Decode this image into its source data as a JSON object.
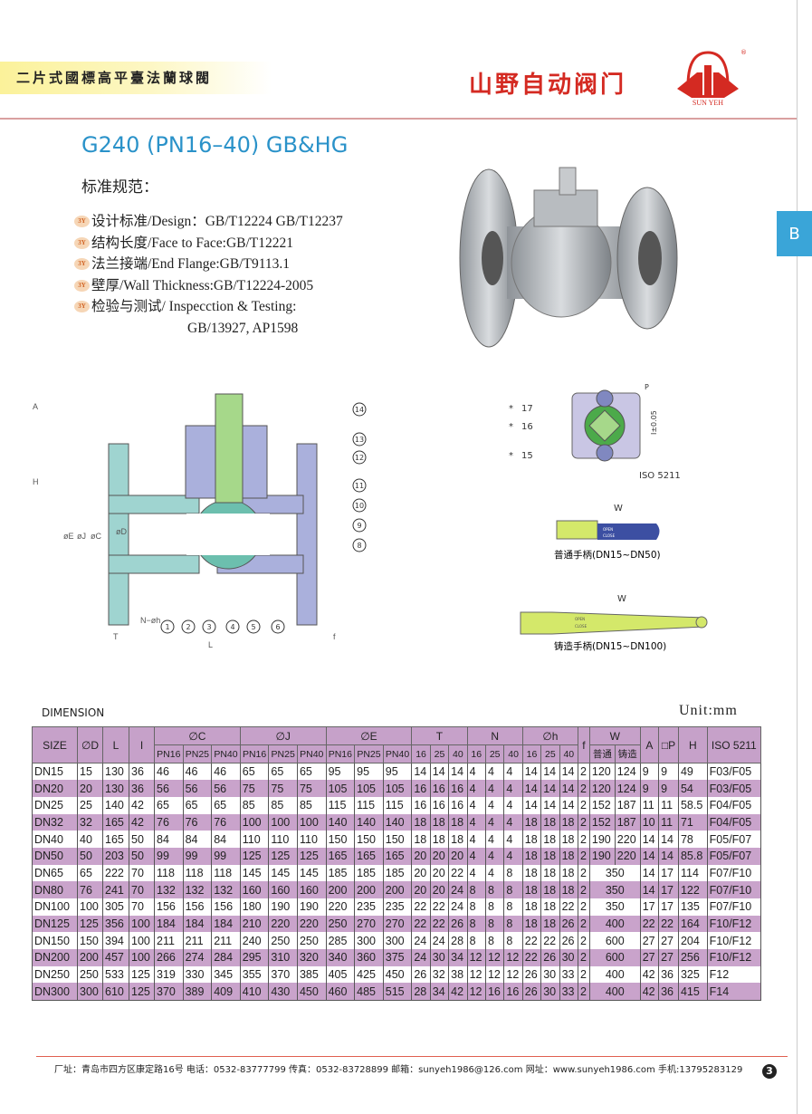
{
  "header": {
    "series_title": "二片式國標高平臺法蘭球閥",
    "brand_cn": "山野自动阀门",
    "brand_en": "SUN YEH",
    "registered": "®",
    "tab": "B"
  },
  "product": {
    "model": "G240 (PN16–40) GB&HG",
    "standards_heading": "标准规范：",
    "bullet": "3Y",
    "specs": [
      "设计标准/Design：GB/T12224  GB/T12237",
      "结构长度/Face  to  Face:GB/T12221",
      "法兰接端/End  Flange:GB/T9113.1",
      "壁厚/Wall  Thickness:GB/T12224-2005",
      "检验与测试/ Inspecction  &  Testing:"
    ],
    "specs_cont": "GB/13927, AP1598"
  },
  "drawing": {
    "dims": {
      "A": "A",
      "H": "H",
      "E": "øE",
      "J": "øJ",
      "C": "øC",
      "D": "øD",
      "T": "T",
      "L": "L",
      "f": "f",
      "Nh": "N−øh",
      "W": "W",
      "P": "P",
      "tol": "I±0.05",
      "iso": "ISO 5211"
    },
    "parts": [
      "1",
      "2",
      "3",
      "4",
      "5",
      "6",
      "8",
      "9",
      "10",
      "11",
      "12",
      "13",
      "14",
      "15",
      "16",
      "17"
    ],
    "asterisk": "*",
    "handle_open": "OPEN",
    "handle_close": "CLOSE",
    "handle1_caption": "普通手柄(DN15~DN50)",
    "handle2_caption": "铸造手柄(DN15~DN100)"
  },
  "dimension": {
    "title": "DIMENSION",
    "unit": "Unit:mm",
    "headers": {
      "size": "SIZE",
      "d": "∅D",
      "l": "L",
      "i": "I",
      "c": "∅C",
      "j": "∅J",
      "e": "∅E",
      "t": "T",
      "n": "N",
      "h": "∅h",
      "f": "f",
      "w": "W",
      "a": "A",
      "p": "□P",
      "hh": "H",
      "iso": "ISO 5211"
    },
    "sub_pn": [
      "PN16",
      "PN25",
      "PN40"
    ],
    "sub_num": [
      "16",
      "25",
      "40"
    ],
    "sub_w": [
      "普通",
      "铸造"
    ],
    "rows": [
      [
        "DN15",
        "15",
        "130",
        "36",
        "46",
        "46",
        "46",
        "65",
        "65",
        "65",
        "95",
        "95",
        "95",
        "14",
        "14",
        "14",
        "4",
        "4",
        "4",
        "14",
        "14",
        "14",
        "2",
        [
          "120",
          "124"
        ],
        "9",
        "9",
        "49",
        "F03/F05"
      ],
      [
        "DN20",
        "20",
        "130",
        "36",
        "56",
        "56",
        "56",
        "75",
        "75",
        "75",
        "105",
        "105",
        "105",
        "16",
        "16",
        "16",
        "4",
        "4",
        "4",
        "14",
        "14",
        "14",
        "2",
        [
          "120",
          "124"
        ],
        "9",
        "9",
        "54",
        "F03/F05"
      ],
      [
        "DN25",
        "25",
        "140",
        "42",
        "65",
        "65",
        "65",
        "85",
        "85",
        "85",
        "115",
        "115",
        "115",
        "16",
        "16",
        "16",
        "4",
        "4",
        "4",
        "14",
        "14",
        "14",
        "2",
        [
          "152",
          "187"
        ],
        "11",
        "11",
        "58.5",
        "F04/F05"
      ],
      [
        "DN32",
        "32",
        "165",
        "42",
        "76",
        "76",
        "76",
        "100",
        "100",
        "100",
        "140",
        "140",
        "140",
        "18",
        "18",
        "18",
        "4",
        "4",
        "4",
        "18",
        "18",
        "18",
        "2",
        [
          "152",
          "187"
        ],
        "10",
        "11",
        "71",
        "F04/F05"
      ],
      [
        "DN40",
        "40",
        "165",
        "50",
        "84",
        "84",
        "84",
        "110",
        "110",
        "110",
        "150",
        "150",
        "150",
        "18",
        "18",
        "18",
        "4",
        "4",
        "4",
        "18",
        "18",
        "18",
        "2",
        [
          "190",
          "220"
        ],
        "14",
        "14",
        "78",
        "F05/F07"
      ],
      [
        "DN50",
        "50",
        "203",
        "50",
        "99",
        "99",
        "99",
        "125",
        "125",
        "125",
        "165",
        "165",
        "165",
        "20",
        "20",
        "20",
        "4",
        "4",
        "4",
        "18",
        "18",
        "18",
        "2",
        [
          "190",
          "220"
        ],
        "14",
        "14",
        "85.8",
        "F05/F07"
      ],
      [
        "DN65",
        "65",
        "222",
        "70",
        "118",
        "118",
        "118",
        "145",
        "145",
        "145",
        "185",
        "185",
        "185",
        "20",
        "20",
        "22",
        "4",
        "4",
        "8",
        "18",
        "18",
        "18",
        "2",
        "350",
        "14",
        "17",
        "114",
        "F07/F10"
      ],
      [
        "DN80",
        "76",
        "241",
        "70",
        "132",
        "132",
        "132",
        "160",
        "160",
        "160",
        "200",
        "200",
        "200",
        "20",
        "20",
        "24",
        "8",
        "8",
        "8",
        "18",
        "18",
        "18",
        "2",
        "350",
        "14",
        "17",
        "122",
        "F07/F10"
      ],
      [
        "DN100",
        "100",
        "305",
        "70",
        "156",
        "156",
        "156",
        "180",
        "190",
        "190",
        "220",
        "235",
        "235",
        "22",
        "22",
        "24",
        "8",
        "8",
        "8",
        "18",
        "18",
        "22",
        "2",
        "350",
        "17",
        "17",
        "135",
        "F07/F10"
      ],
      [
        "DN125",
        "125",
        "356",
        "100",
        "184",
        "184",
        "184",
        "210",
        "220",
        "220",
        "250",
        "270",
        "270",
        "22",
        "22",
        "26",
        "8",
        "8",
        "8",
        "18",
        "18",
        "26",
        "2",
        "400",
        "22",
        "22",
        "164",
        "F10/F12"
      ],
      [
        "DN150",
        "150",
        "394",
        "100",
        "211",
        "211",
        "211",
        "240",
        "250",
        "250",
        "285",
        "300",
        "300",
        "24",
        "24",
        "28",
        "8",
        "8",
        "8",
        "22",
        "22",
        "26",
        "2",
        "600",
        "27",
        "27",
        "204",
        "F10/F12"
      ],
      [
        "DN200",
        "200",
        "457",
        "100",
        "266",
        "274",
        "284",
        "295",
        "310",
        "320",
        "340",
        "360",
        "375",
        "24",
        "30",
        "34",
        "12",
        "12",
        "12",
        "22",
        "26",
        "30",
        "2",
        "600",
        "27",
        "27",
        "256",
        "F10/F12"
      ],
      [
        "DN250",
        "250",
        "533",
        "125",
        "319",
        "330",
        "345",
        "355",
        "370",
        "385",
        "405",
        "425",
        "450",
        "26",
        "32",
        "38",
        "12",
        "12",
        "12",
        "26",
        "30",
        "33",
        "2",
        "400",
        "42",
        "36",
        "325",
        "F12"
      ],
      [
        "DN300",
        "300",
        "610",
        "125",
        "370",
        "389",
        "409",
        "410",
        "430",
        "450",
        "460",
        "485",
        "515",
        "28",
        "34",
        "42",
        "12",
        "16",
        "16",
        "26",
        "30",
        "33",
        "2",
        "400",
        "42",
        "36",
        "415",
        "F14"
      ]
    ]
  },
  "footer": {
    "text": "厂址：青岛市四方区康定路16号  电话：0532-83777799  传真：0532-83728899  邮箱：sunyeh1986@126.com  网址：www.sunyeh1986.com  手机:13795283129",
    "page": "3"
  },
  "colors": {
    "brand_red": "#d42a22",
    "title_blue": "#2a92c9",
    "table_purple": "#c9a3cb",
    "tab_blue": "#3aa5d8"
  }
}
